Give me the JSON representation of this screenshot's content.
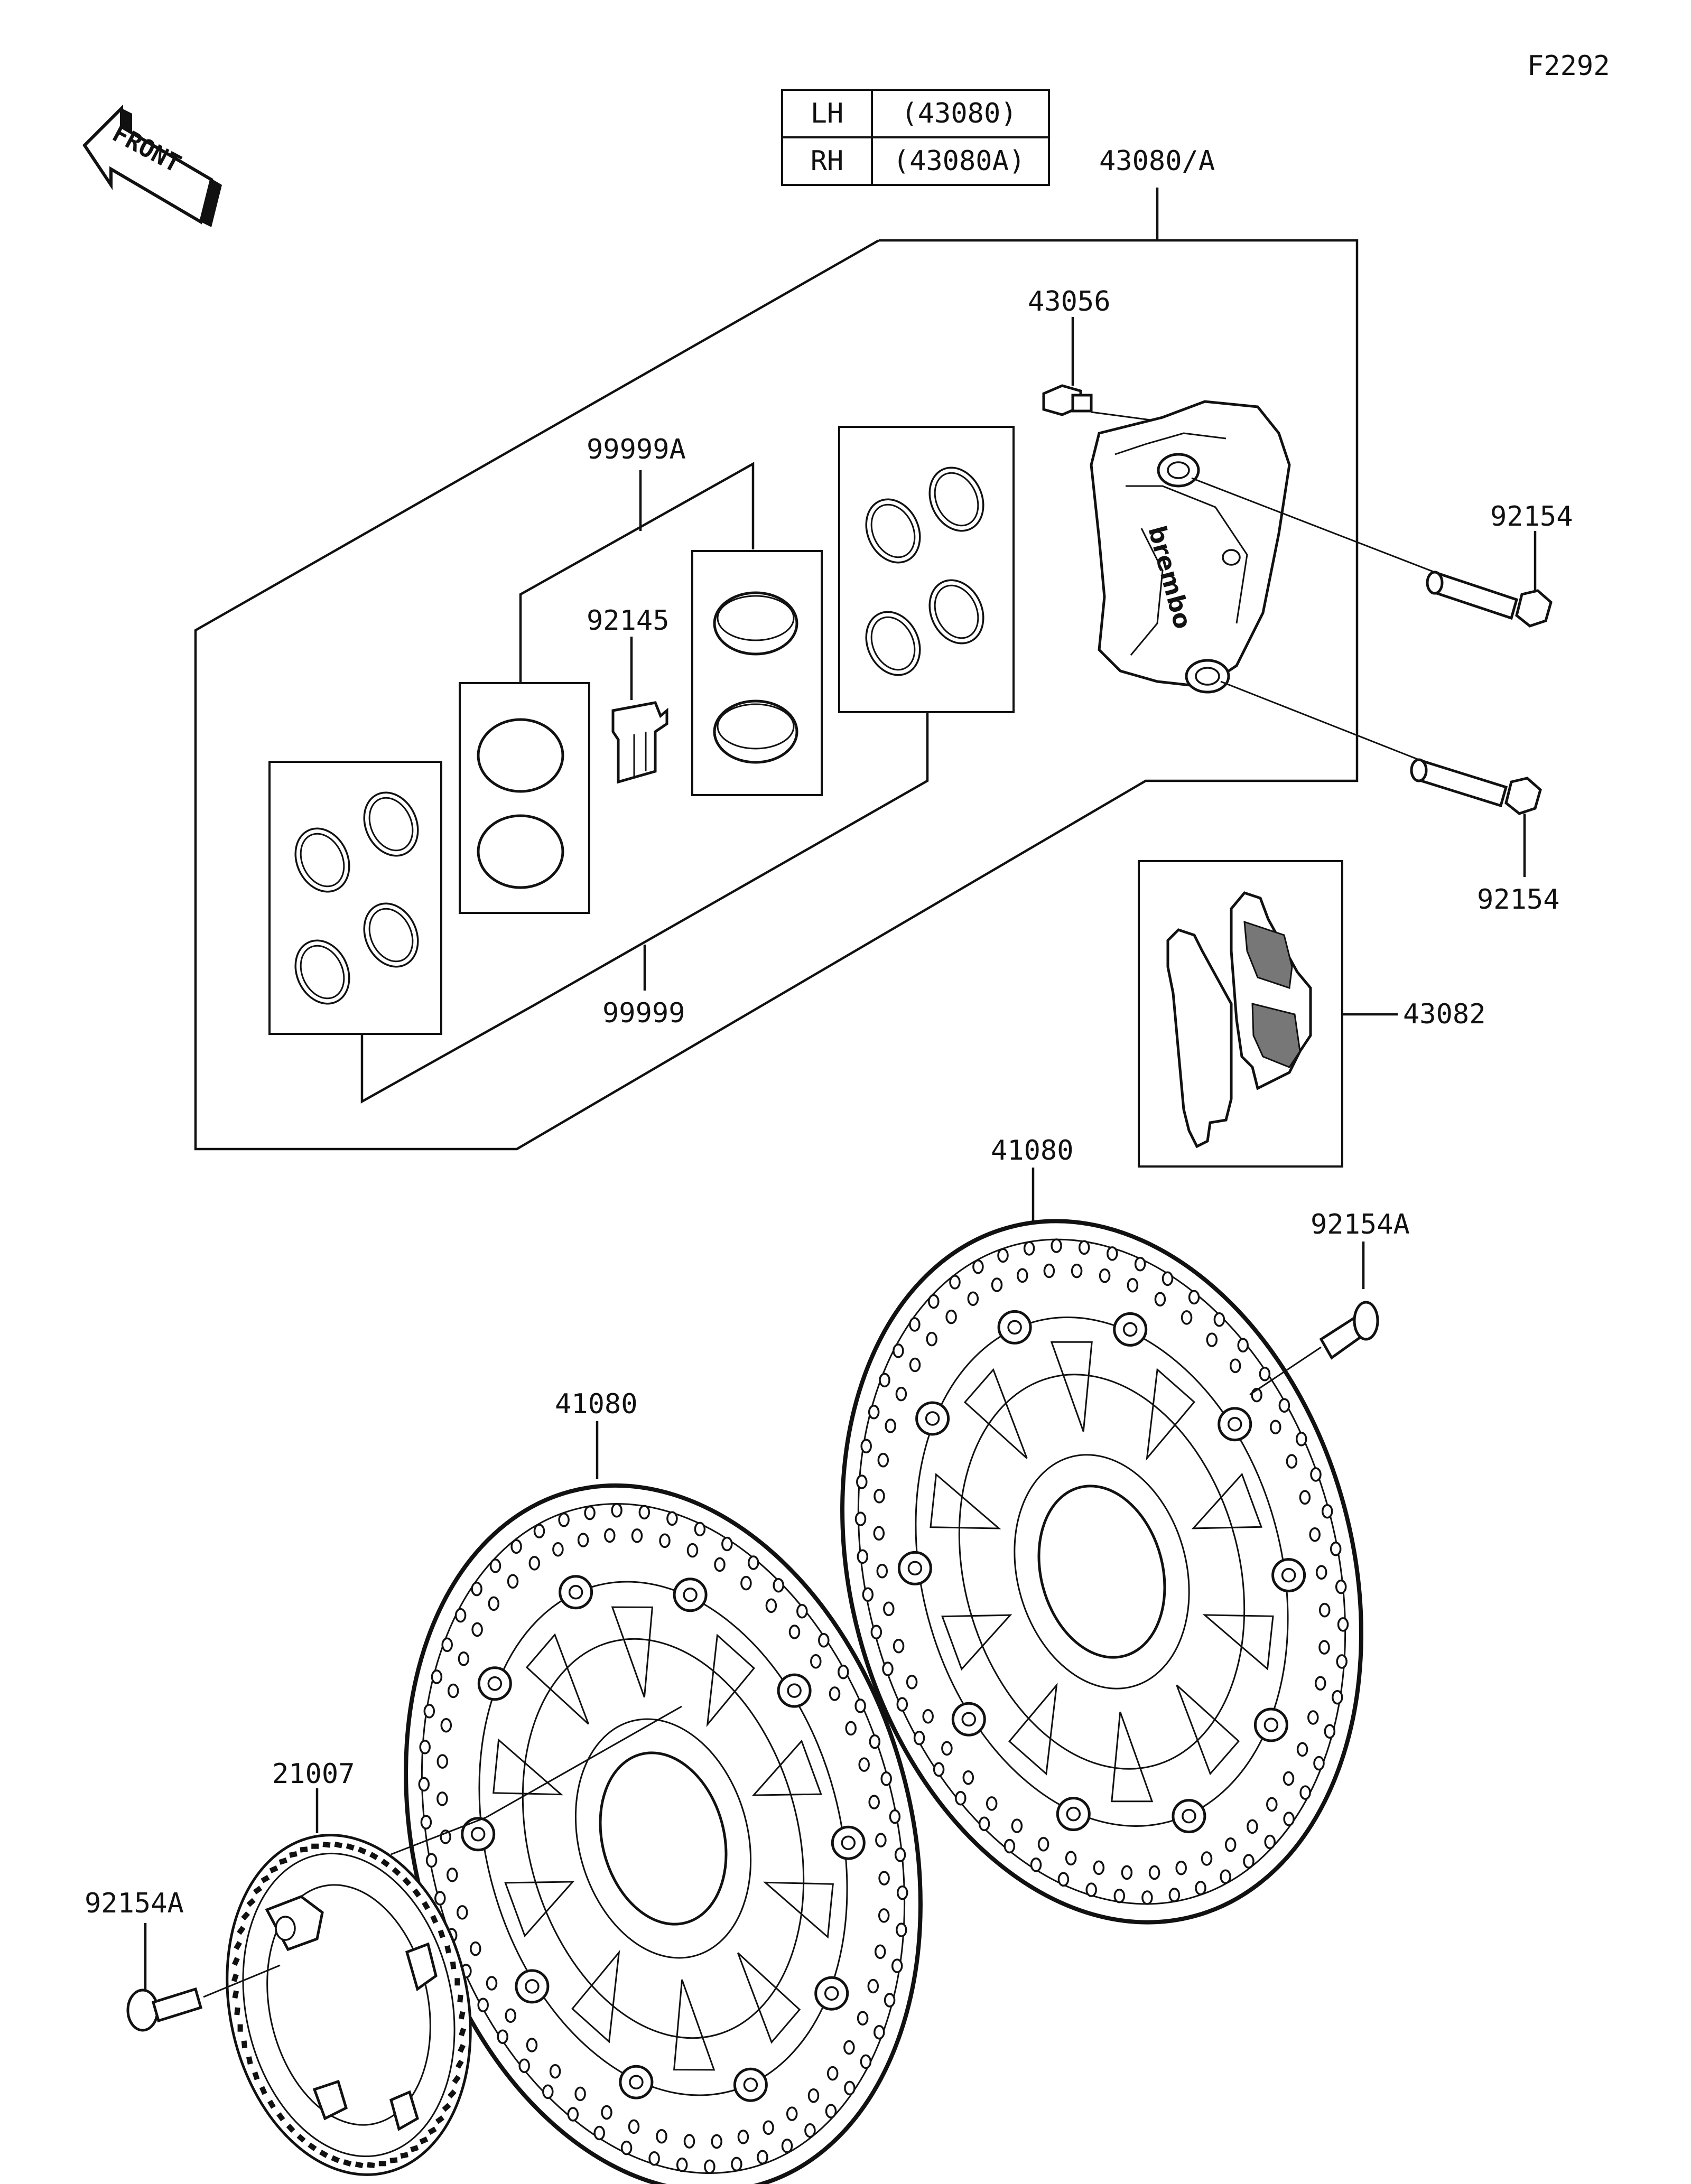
{
  "figure_id": "F2292",
  "front_label": "FRONT",
  "side_table": [
    {
      "side": "LH",
      "part": "(43080)"
    },
    {
      "side": "RH",
      "part": "(43080A)"
    }
  ],
  "callouts": {
    "caliper_assembly": "43080/A",
    "bleeder": "43056",
    "caliper_bolt_upper": "92154",
    "caliper_bolt_lower": "92154",
    "seal_kit_a": "99999A",
    "pad_spring": "92145",
    "seal_kit": "99999",
    "pad_set": "43082",
    "disc_right": "41080",
    "disc_left": "41080",
    "disc_bolt_right": "92154A",
    "disc_bolt_left": "92154A",
    "abs_rotor": "21007"
  }
}
